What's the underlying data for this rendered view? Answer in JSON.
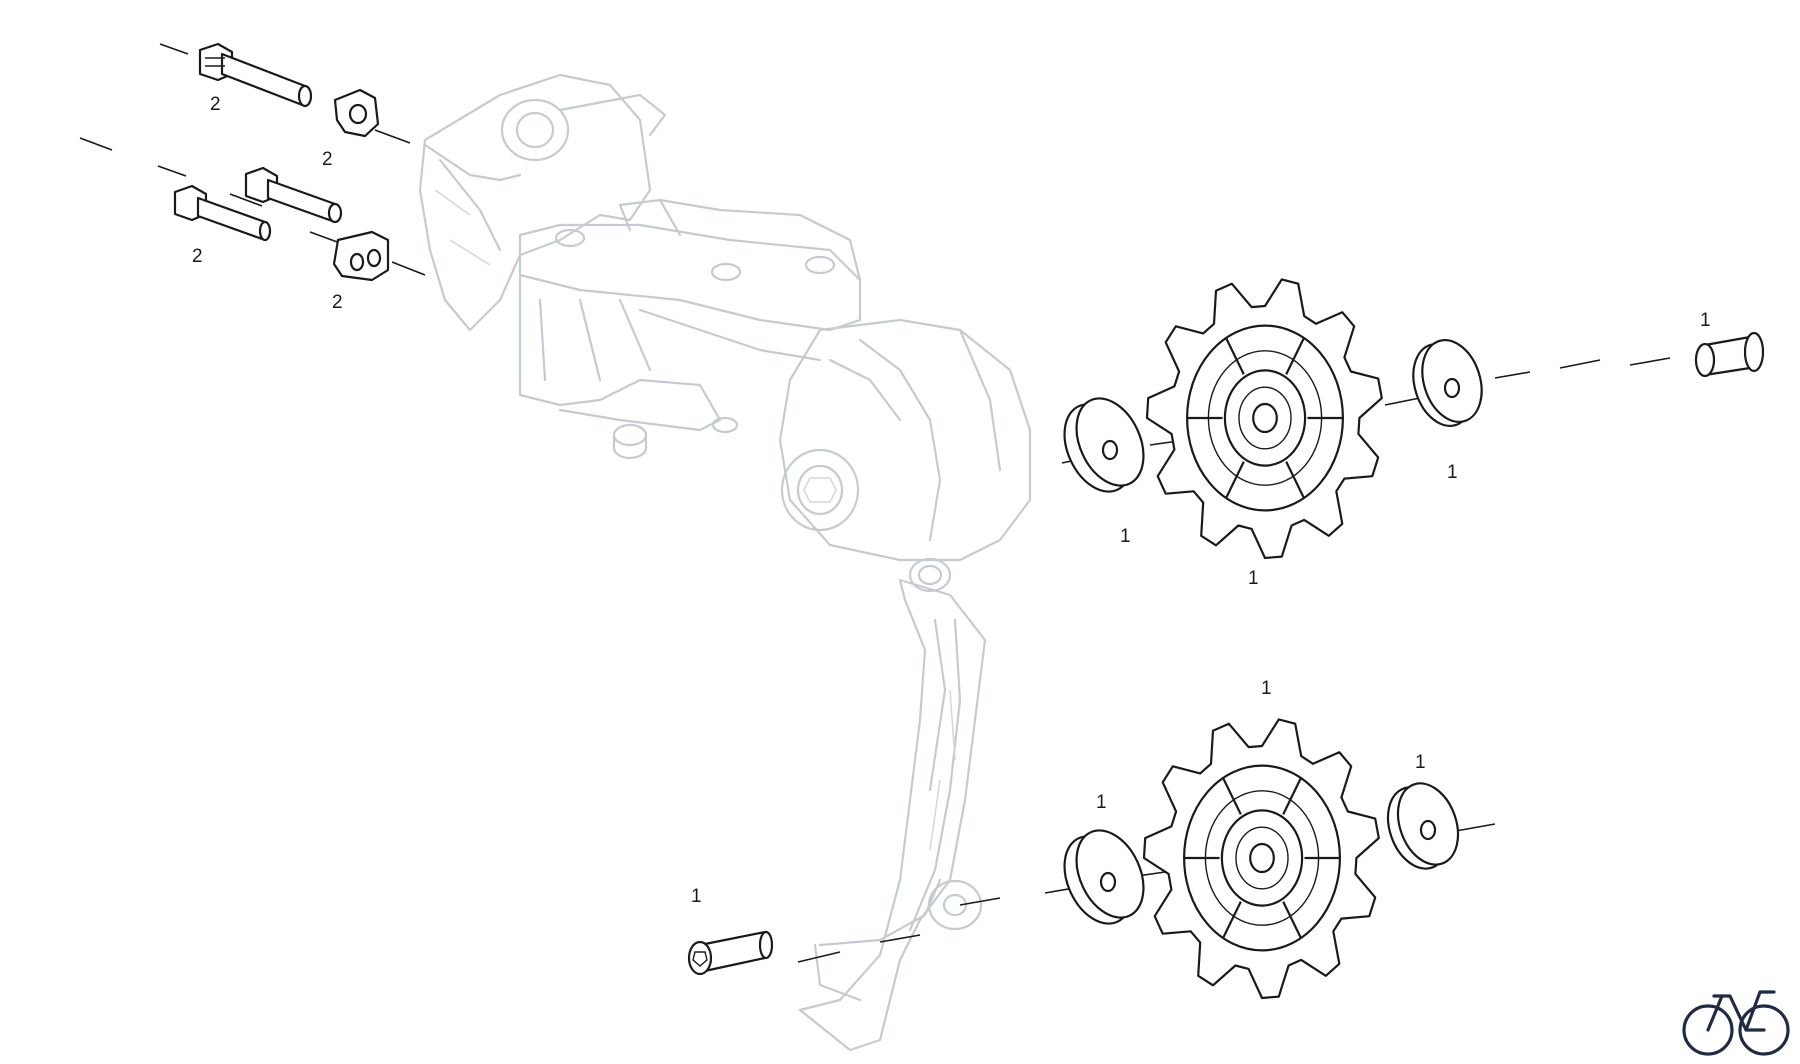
{
  "callouts": {
    "bolt_long": "2",
    "cable_clamp": "2",
    "bolt_pair": "2",
    "clamp_plate": "2",
    "pin_upper": "1",
    "washer_upper_right": "1",
    "washer_upper_left": "1",
    "pulley_upper": "1",
    "pulley_lower": "1",
    "washer_lower_right": "1",
    "washer_lower_left": "1",
    "pin_lower": "1"
  },
  "colors": {
    "ghost_outline": "#c6cbd1",
    "part_outline": "#1a1a1a",
    "logo": "#1f2a44"
  },
  "icons": {
    "brand_logo": "bicycle-icon"
  }
}
